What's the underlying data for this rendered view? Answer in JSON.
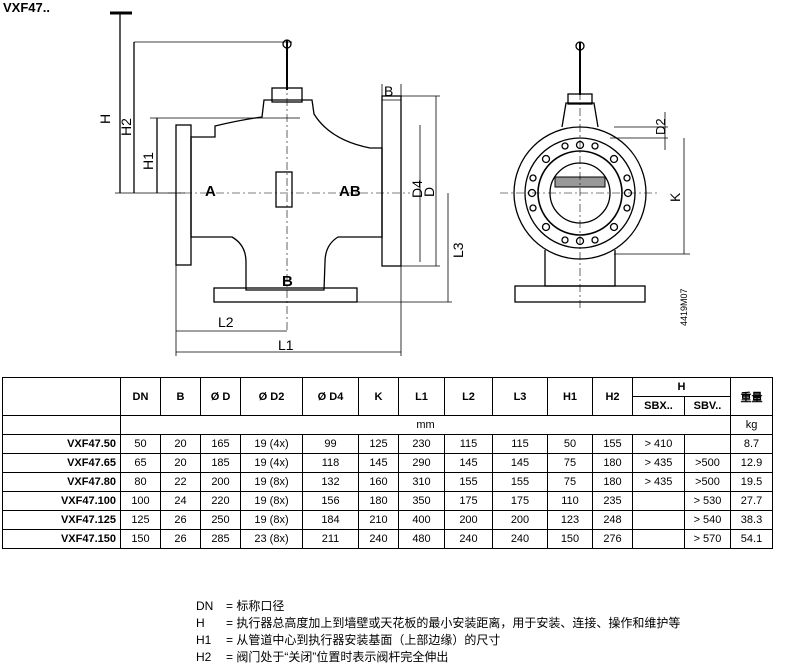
{
  "title": "VXF47..",
  "drawing": {
    "labels": {
      "H": "H",
      "H2": "H2",
      "H1": "H1",
      "A": "A",
      "AB": "AB",
      "B_top": "B",
      "B_bottom": "B",
      "D4": "D4",
      "D": "D",
      "L3": "L3",
      "L2": "L2",
      "L1": "L1",
      "D2": "D2",
      "K": "K",
      "code": "4419M07"
    }
  },
  "table": {
    "columns": [
      "DN",
      "B",
      "Ø D",
      "Ø D2",
      "Ø D4",
      "K",
      "L1",
      "L2",
      "L3",
      "H1",
      "H2"
    ],
    "h_group": "H",
    "h_sub": [
      "SBX..",
      "SBV.."
    ],
    "weight_col": "重量",
    "unit_mm": "mm",
    "unit_kg": "kg",
    "rows": [
      {
        "model": "VXF47.50",
        "cells": [
          "50",
          "20",
          "165",
          "19 (4x)",
          "99",
          "125",
          "230",
          "115",
          "115",
          "50",
          "155"
        ],
        "sbx": "> 410",
        "sbv": "",
        "kg": "8.7"
      },
      {
        "model": "VXF47.65",
        "cells": [
          "65",
          "20",
          "185",
          "19 (4x)",
          "118",
          "145",
          "290",
          "145",
          "145",
          "75",
          "180"
        ],
        "sbx": "> 435",
        "sbv": ">500",
        "kg": "12.9"
      },
      {
        "model": "VXF47.80",
        "cells": [
          "80",
          "22",
          "200",
          "19 (8x)",
          "132",
          "160",
          "310",
          "155",
          "155",
          "75",
          "180"
        ],
        "sbx": "> 435",
        "sbv": ">500",
        "kg": "19.5"
      },
      {
        "model": "VXF47.100",
        "cells": [
          "100",
          "24",
          "220",
          "19 (8x)",
          "156",
          "180",
          "350",
          "175",
          "175",
          "110",
          "235"
        ],
        "sbx": "",
        "sbv": "> 530",
        "kg": "27.7"
      },
      {
        "model": "VXF47.125",
        "cells": [
          "125",
          "26",
          "250",
          "19 (8x)",
          "184",
          "210",
          "400",
          "200",
          "200",
          "123",
          "248"
        ],
        "sbx": "",
        "sbv": "> 540",
        "kg": "38.3"
      },
      {
        "model": "VXF47.150",
        "cells": [
          "150",
          "26",
          "285",
          "23 (8x)",
          "211",
          "240",
          "480",
          "240",
          "240",
          "150",
          "276"
        ],
        "sbx": "",
        "sbv": "> 570",
        "kg": "54.1"
      }
    ]
  },
  "legend": [
    {
      "key": "DN",
      "text": "= 标称口径"
    },
    {
      "key": "H",
      "text": "= 执行器总高度加上到墙壁或天花板的最小安装距离，用于安装、连接、操作和维护等"
    },
    {
      "key": "H1",
      "text": "= 从管道中心到执行器安装基面（上部边缘）的尺寸"
    },
    {
      "key": "H2",
      "text": "= 阀门处于“关闭”位置时表示阀杆完全伸出"
    }
  ]
}
